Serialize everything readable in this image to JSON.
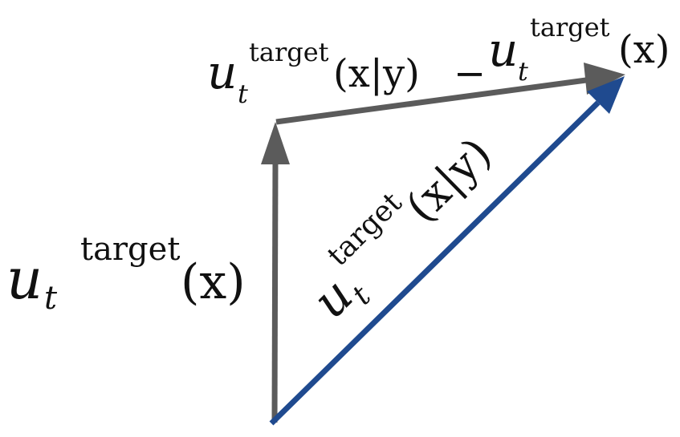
{
  "colors": {
    "gray_arrow": "#5b5b5b",
    "blue_arrow": "#1f4a8f",
    "text": "#111111",
    "background": "#ffffff"
  },
  "labels": {
    "left": {
      "base": "u",
      "sub": "t",
      "sup": "target",
      "arg": "(x)"
    },
    "top": {
      "base1": "u",
      "sub1": "t",
      "sup1": "target",
      "arg1": "(x|y)",
      "minus": "−",
      "base2": "u",
      "sub2": "t",
      "sup2": "target",
      "arg2": "(x)"
    },
    "diag": {
      "base": "u",
      "sub": "t",
      "sup": "target",
      "arg": "(x|y)"
    }
  }
}
